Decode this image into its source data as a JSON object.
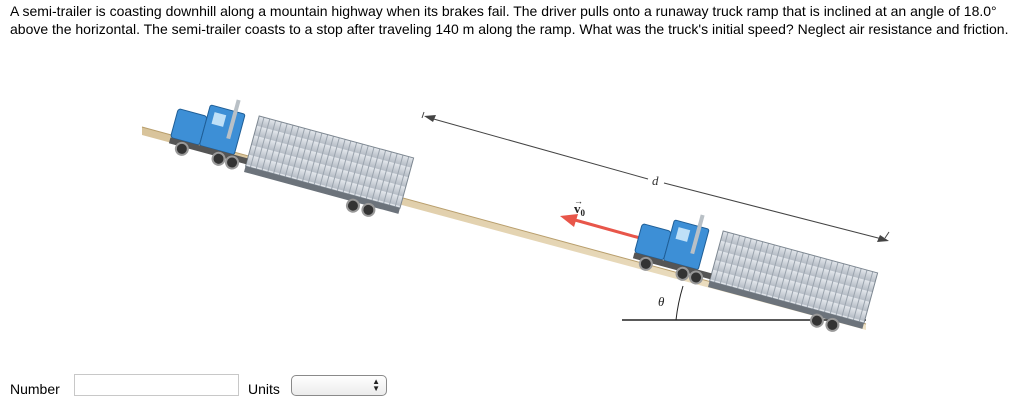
{
  "question": {
    "text": "A semi-trailer is coasting downhill along a mountain highway when its brakes fail. The driver pulls onto a runaway truck ramp that is inclined at an angle of 18.0° above the horizontal. The semi-trailer coasts to a stop after traveling 140 m along the ramp. What was the truck's initial speed? Neglect air resistance and friction."
  },
  "figure": {
    "distance_label": "d",
    "velocity_label": "v",
    "velocity_subscript": "0",
    "angle_label": "θ",
    "colors": {
      "cab": "#3d8fd6",
      "trailer": "#c9cfd6",
      "ground": "#cbb58d",
      "arrow": "#e8564a"
    }
  },
  "answer": {
    "number_label": "Number",
    "number_value": "",
    "units_label": "Units",
    "units_selected": ""
  }
}
